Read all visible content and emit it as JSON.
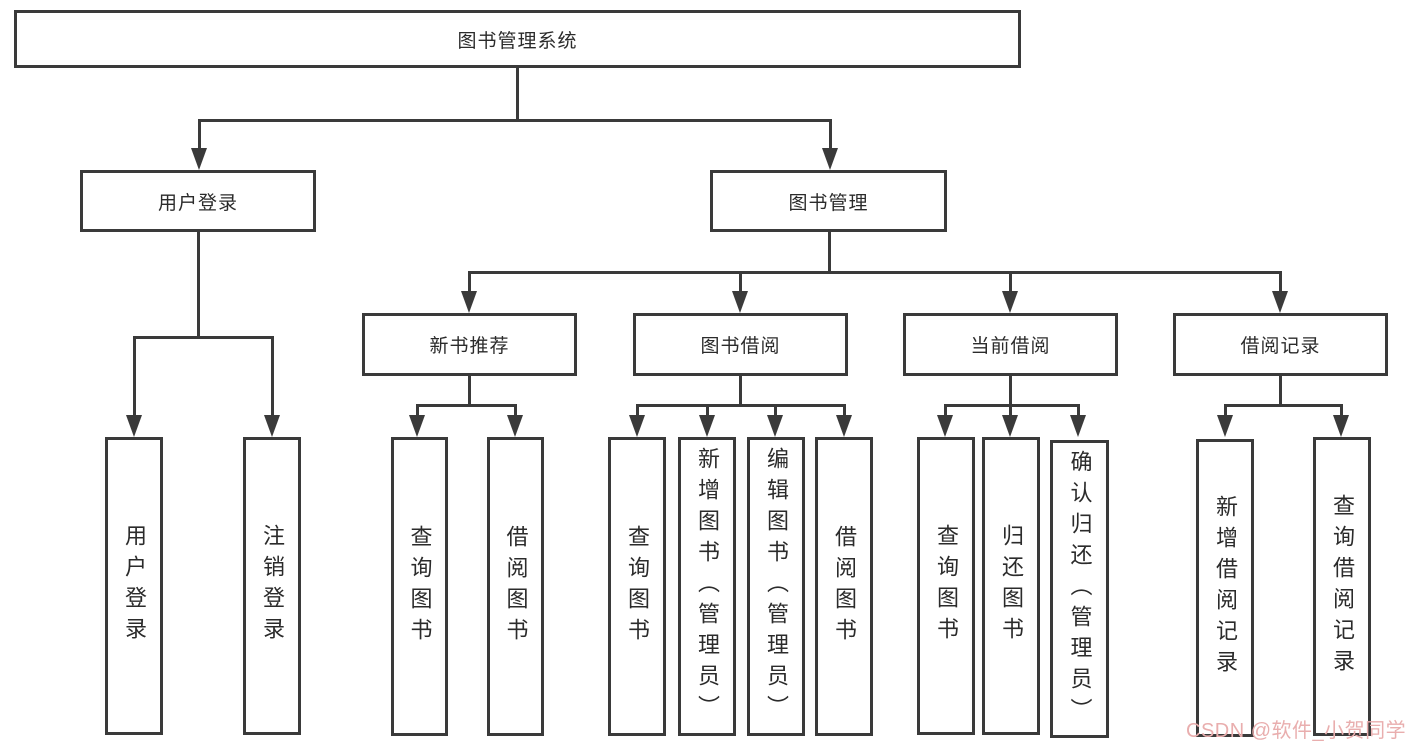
{
  "diagram": {
    "root": {
      "label": "图书管理系统"
    },
    "login": {
      "label": "用户登录",
      "children": [
        "用户登录",
        "注销登录"
      ]
    },
    "management": {
      "label": "图书管理",
      "branches": [
        {
          "label": "新书推荐",
          "children": [
            "查询图书",
            "借阅图书"
          ]
        },
        {
          "label": "图书借阅",
          "children": [
            "查询图书",
            "新增图书（管理员）",
            "编辑图书（管理员）",
            "借阅图书"
          ]
        },
        {
          "label": "当前借阅",
          "children": [
            "查询图书",
            "归还图书",
            "确认归还（管理员）"
          ]
        },
        {
          "label": "借阅记录",
          "children": [
            "新增借阅记录",
            "查询借阅记录"
          ]
        }
      ]
    }
  },
  "colors": {
    "line": "#3a3a3a",
    "text": "#2b2b2b",
    "background": "#ffffff",
    "watermark": "#e9aeae"
  },
  "watermark": {
    "text": "CSDN @软件_小贺同学"
  }
}
